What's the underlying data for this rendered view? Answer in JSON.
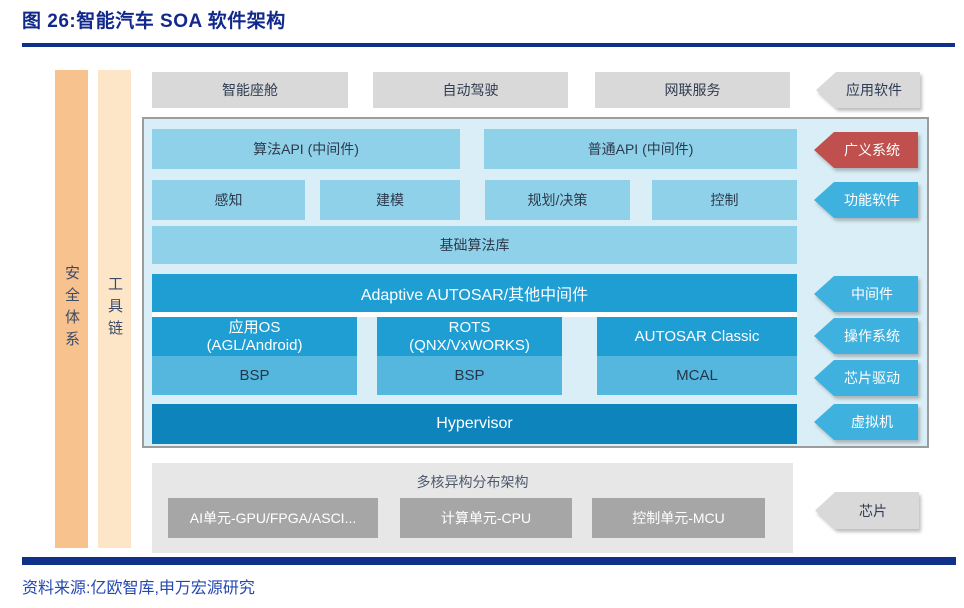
{
  "title": "图 26:智能汽车 SOA 软件架构",
  "source": "资料来源:亿欧智库,申万宏源研究",
  "colors": {
    "title_navy": "#12298C",
    "rule_navy": "#0F3189",
    "source_blue": "#2448B0",
    "light_blue_box": "#8FD1E8",
    "main_background": "#D9EEF7",
    "mid_blue": "#1F9ED4",
    "bsp_blue": "#55B7DE",
    "hypervisor_blue": "#0D85BC",
    "arrow_blue": "#3FB1DE",
    "arrow_red": "#C0504D",
    "gray_box": "#D9D9D9",
    "chip_box_gray": "#A6A6A6",
    "safety_bar_orange": "#F8C28F",
    "tool_bar_cream": "#FDE6C8"
  },
  "side_bars": {
    "safety": "安全体系",
    "toolchain": "工具链"
  },
  "top_row": {
    "boxes": [
      "智能座舱",
      "自动驾驶",
      "网联服务"
    ],
    "arrow": "应用软件"
  },
  "main": {
    "api_row": [
      "算法API (中间件)",
      "普通API (中间件)"
    ],
    "function_row": [
      "感知",
      "建模",
      "规划/决策",
      "控制"
    ],
    "algo_lib": "基础算法库",
    "middleware": "Adaptive AUTOSAR/其他中间件",
    "os_columns": [
      {
        "top_line1": "应用OS",
        "top_line2": "(AGL/Android)",
        "bottom": "BSP"
      },
      {
        "top_line1": "ROTS",
        "top_line2": "(QNX/VxWORKS)",
        "bottom": "BSP"
      },
      {
        "top_line1": "AUTOSAR Classic",
        "top_line2": "",
        "bottom": "MCAL"
      }
    ],
    "hypervisor": "Hypervisor",
    "arrows": [
      {
        "label": "广义系统"
      },
      {
        "label": "功能软件"
      },
      {
        "label": "中间件"
      },
      {
        "label": "操作系统"
      },
      {
        "label": "芯片驱动"
      },
      {
        "label": "虚拟机"
      }
    ]
  },
  "chip_section": {
    "title": "多核异构分布架构",
    "boxes": [
      "AI单元-GPU/FPGA/ASCI...",
      "计算单元-CPU",
      "控制单元-MCU"
    ],
    "arrow": "芯片"
  }
}
